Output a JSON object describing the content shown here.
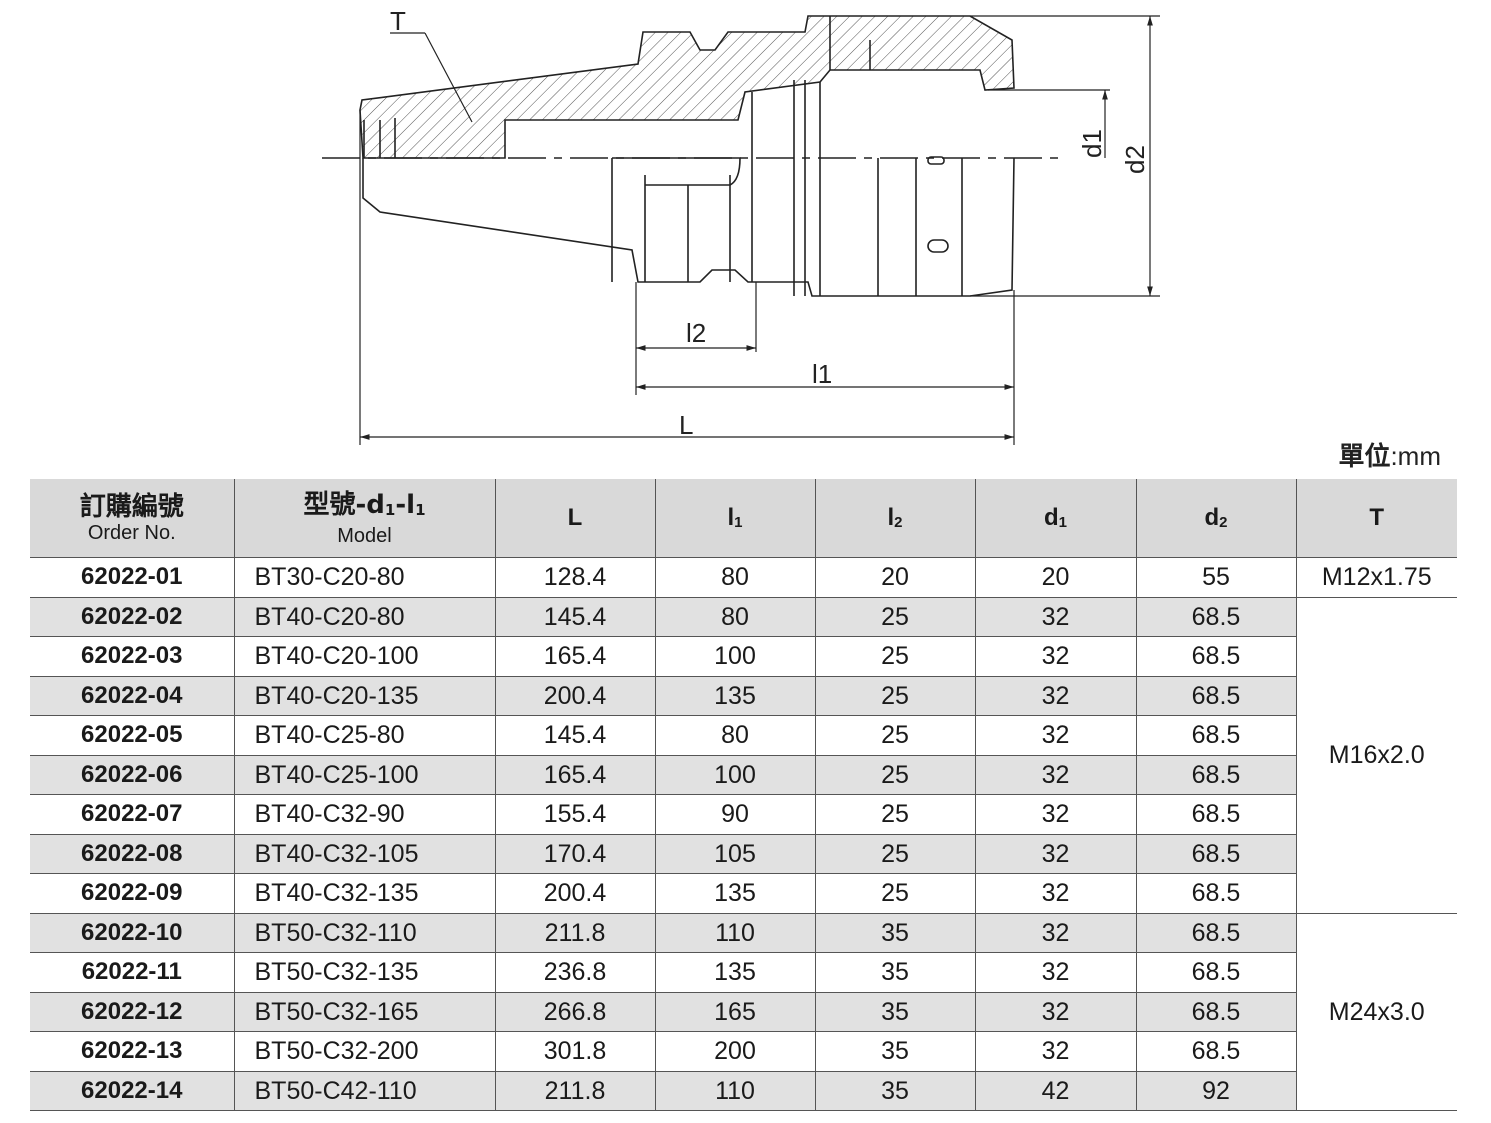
{
  "drawing": {
    "labels": {
      "T": "T",
      "d1": "d1",
      "d2": "d2",
      "l2": "l2",
      "l1": "l1",
      "L": "L"
    }
  },
  "unit": {
    "label": "單位",
    "value": ":mm"
  },
  "table": {
    "headers": {
      "order": {
        "zh": "訂購編號",
        "en": "Order No."
      },
      "model": {
        "zh": "型號",
        "suffix_a": "-d",
        "sub_a": "1",
        "suffix_b": "-l",
        "sub_b": "1",
        "en": "Model"
      },
      "L": "L",
      "l1": {
        "base": "l",
        "sub": "1"
      },
      "l2": {
        "base": "l",
        "sub": "2"
      },
      "d1": {
        "base": "d",
        "sub": "1"
      },
      "d2": {
        "base": "d",
        "sub": "2"
      },
      "T": "T"
    },
    "rows": [
      {
        "order": "62022-01",
        "model": "BT30-C20-80",
        "L": "128.4",
        "l1": "80",
        "l2": "20",
        "d1": "20",
        "d2": "55"
      },
      {
        "order": "62022-02",
        "model": "BT40-C20-80",
        "L": "145.4",
        "l1": "80",
        "l2": "25",
        "d1": "32",
        "d2": "68.5"
      },
      {
        "order": "62022-03",
        "model": "BT40-C20-100",
        "L": "165.4",
        "l1": "100",
        "l2": "25",
        "d1": "32",
        "d2": "68.5"
      },
      {
        "order": "62022-04",
        "model": "BT40-C20-135",
        "L": "200.4",
        "l1": "135",
        "l2": "25",
        "d1": "32",
        "d2": "68.5"
      },
      {
        "order": "62022-05",
        "model": "BT40-C25-80",
        "L": "145.4",
        "l1": "80",
        "l2": "25",
        "d1": "32",
        "d2": "68.5"
      },
      {
        "order": "62022-06",
        "model": "BT40-C25-100",
        "L": "165.4",
        "l1": "100",
        "l2": "25",
        "d1": "32",
        "d2": "68.5"
      },
      {
        "order": "62022-07",
        "model": "BT40-C32-90",
        "L": "155.4",
        "l1": "90",
        "l2": "25",
        "d1": "32",
        "d2": "68.5"
      },
      {
        "order": "62022-08",
        "model": "BT40-C32-105",
        "L": "170.4",
        "l1": "105",
        "l2": "25",
        "d1": "32",
        "d2": "68.5"
      },
      {
        "order": "62022-09",
        "model": "BT40-C32-135",
        "L": "200.4",
        "l1": "135",
        "l2": "25",
        "d1": "32",
        "d2": "68.5"
      },
      {
        "order": "62022-10",
        "model": "BT50-C32-110",
        "L": "211.8",
        "l1": "110",
        "l2": "35",
        "d1": "32",
        "d2": "68.5"
      },
      {
        "order": "62022-11",
        "model": "BT50-C32-135",
        "L": "236.8",
        "l1": "135",
        "l2": "35",
        "d1": "32",
        "d2": "68.5"
      },
      {
        "order": "62022-12",
        "model": "BT50-C32-165",
        "L": "266.8",
        "l1": "165",
        "l2": "35",
        "d1": "32",
        "d2": "68.5"
      },
      {
        "order": "62022-13",
        "model": "BT50-C32-200",
        "L": "301.8",
        "l1": "200",
        "l2": "35",
        "d1": "32",
        "d2": "68.5"
      },
      {
        "order": "62022-14",
        "model": "BT50-C42-110",
        "L": "211.8",
        "l1": "110",
        "l2": "35",
        "d1": "42",
        "d2": "92"
      }
    ],
    "thread_groups": [
      {
        "value": "M12x1.75",
        "span": 1
      },
      {
        "value": "M16x2.0",
        "span": 8
      },
      {
        "value": "M24x3.0",
        "span": 5
      }
    ]
  }
}
